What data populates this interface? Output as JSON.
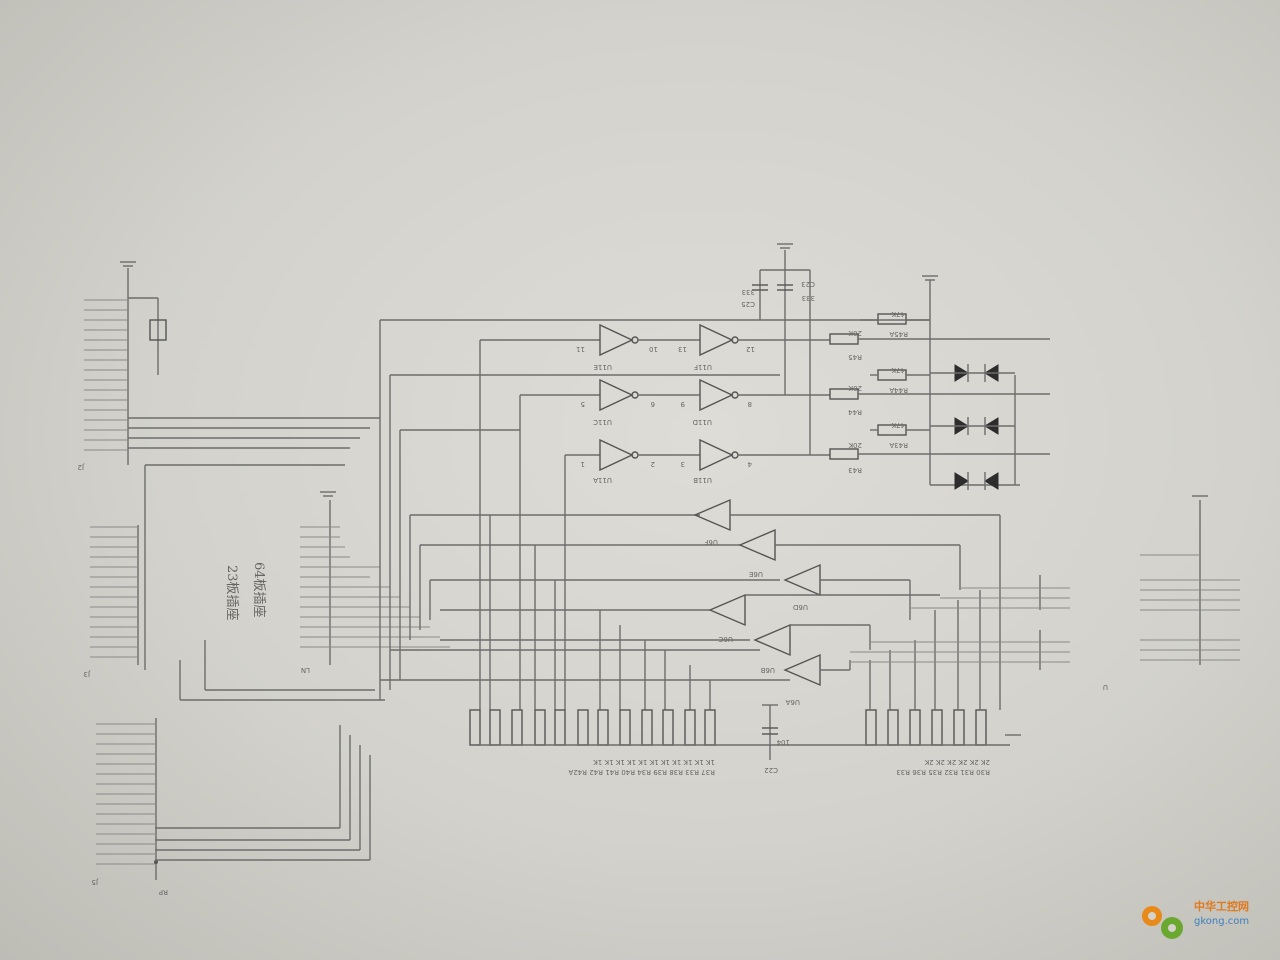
{
  "title_23": "23板插座",
  "title_64": "64板插座",
  "ic_labels": [
    "U11A",
    "U11B",
    "U11C",
    "U11D",
    "U11E",
    "U11F",
    "U6A",
    "U6B",
    "U6C",
    "U6D",
    "U6E",
    "U6F"
  ],
  "pin_numbers": [
    "1",
    "2",
    "3",
    "4",
    "5",
    "6",
    "8",
    "9",
    "10",
    "11",
    "12",
    "13"
  ],
  "resistor_labels": [
    "R43",
    "R44",
    "R45",
    "R43A",
    "R44A",
    "R45A"
  ],
  "resistor_values": [
    "20K",
    "20K",
    "20K",
    "47K",
    "47K",
    "47K"
  ],
  "cap_labels": [
    "C23",
    "C25",
    "C22"
  ],
  "cap_values": [
    "333",
    "333",
    "104"
  ],
  "bottom_resistor_labels_left": "R37 R33 R38 R39 R34 R40 R41 R42 R42A",
  "bottom_resistor_labels_right": "R30 R31 R32 R35 R36 R33",
  "bottom_values": "1K 1K 1K 1K 1K 1K 1K 1K 1K 1K 1K",
  "bottom_values_right": "2K 2K 2K 2K 2K 2K",
  "misc_labels": [
    "J2",
    "J3",
    "J5",
    "U",
    "RP",
    "LN"
  ],
  "watermark": {
    "cn": "中华工控网",
    "en": "gkong.com"
  }
}
